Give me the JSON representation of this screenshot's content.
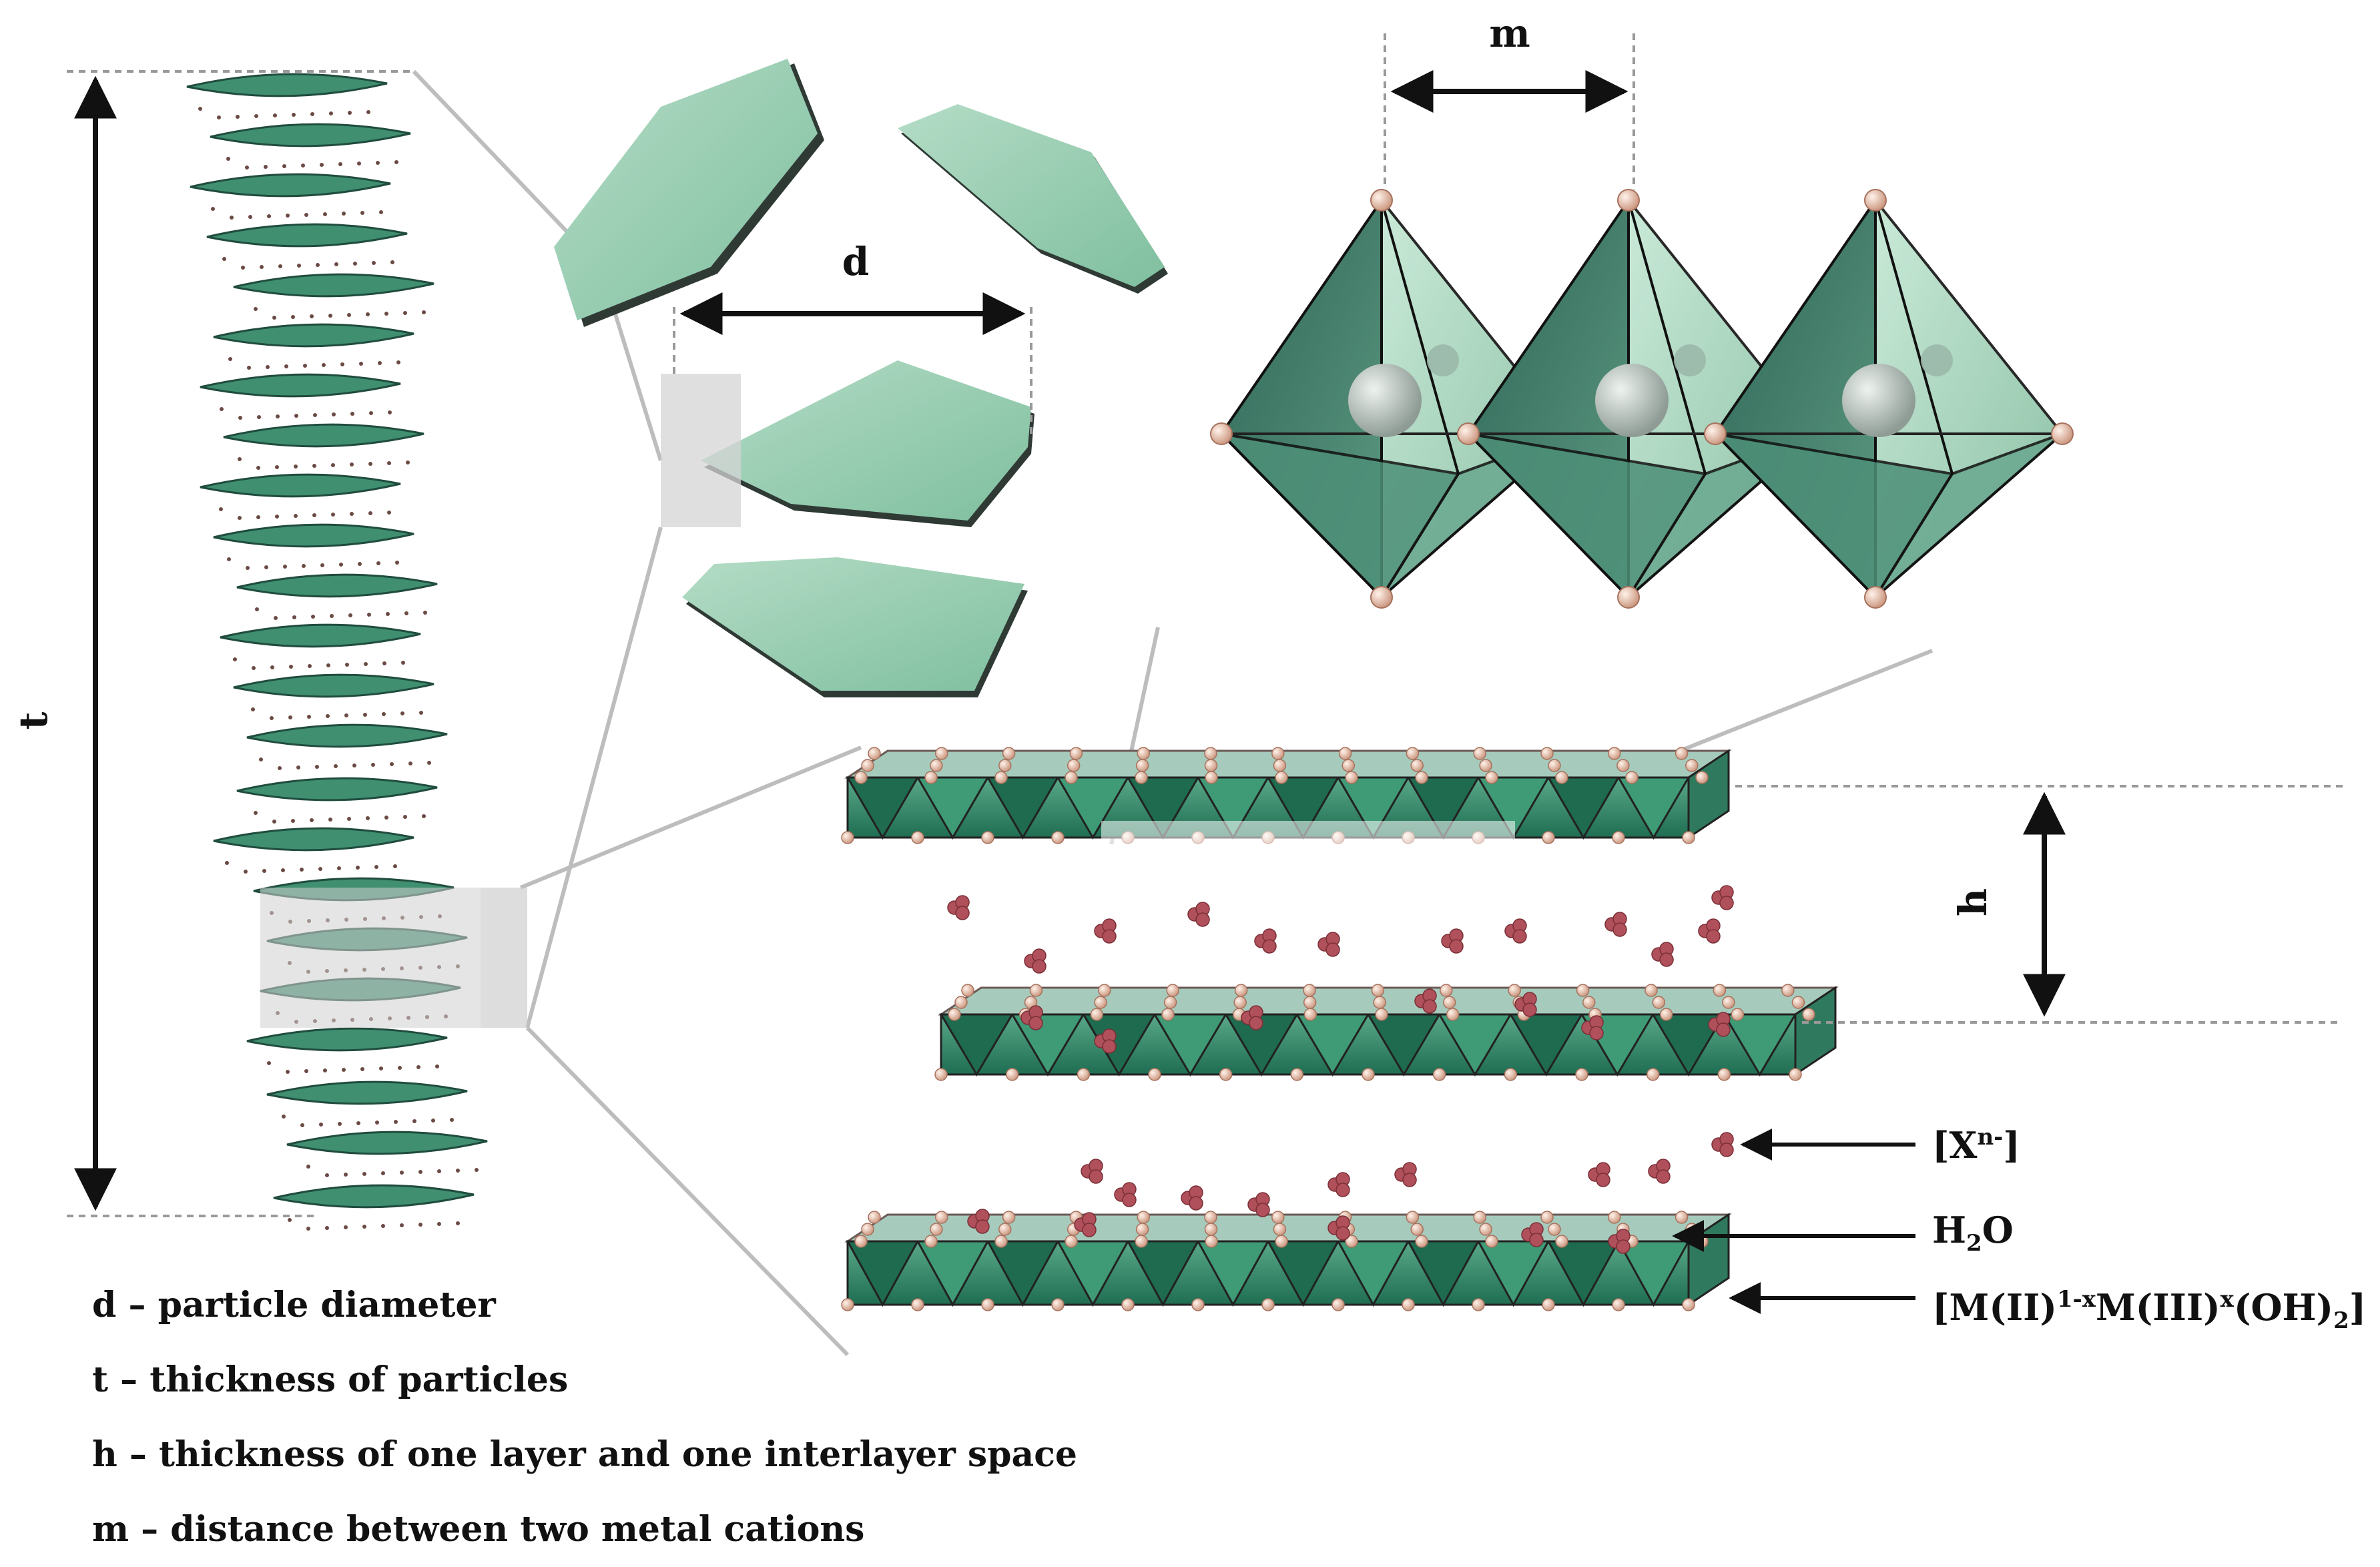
{
  "labels": {
    "t": "t",
    "d": "d",
    "m": "m",
    "h": "h"
  },
  "legend": [
    {
      "symbol": "d",
      "text": "particle diameter"
    },
    {
      "symbol": "t",
      "text": "thickness of particles"
    },
    {
      "symbol": "h",
      "text": "thickness of one layer and one interlayer space"
    },
    {
      "symbol": "m",
      "text": "distance between two metal cations"
    }
  ],
  "legend_separator": "–",
  "callouts": {
    "anion": "[Xn-]",
    "water": "H2O",
    "layer": "[M(II)1-xM(III)x(OH)2]"
  },
  "colors": {
    "octahedron_light": "#9fd3b8",
    "octahedron_dark": "#3f7a68",
    "layer_green": "#2f8a6a",
    "oxygen_node": "#e7b9a2",
    "anion": "#b0505a",
    "lines": "#111111",
    "guide": "#999999"
  }
}
